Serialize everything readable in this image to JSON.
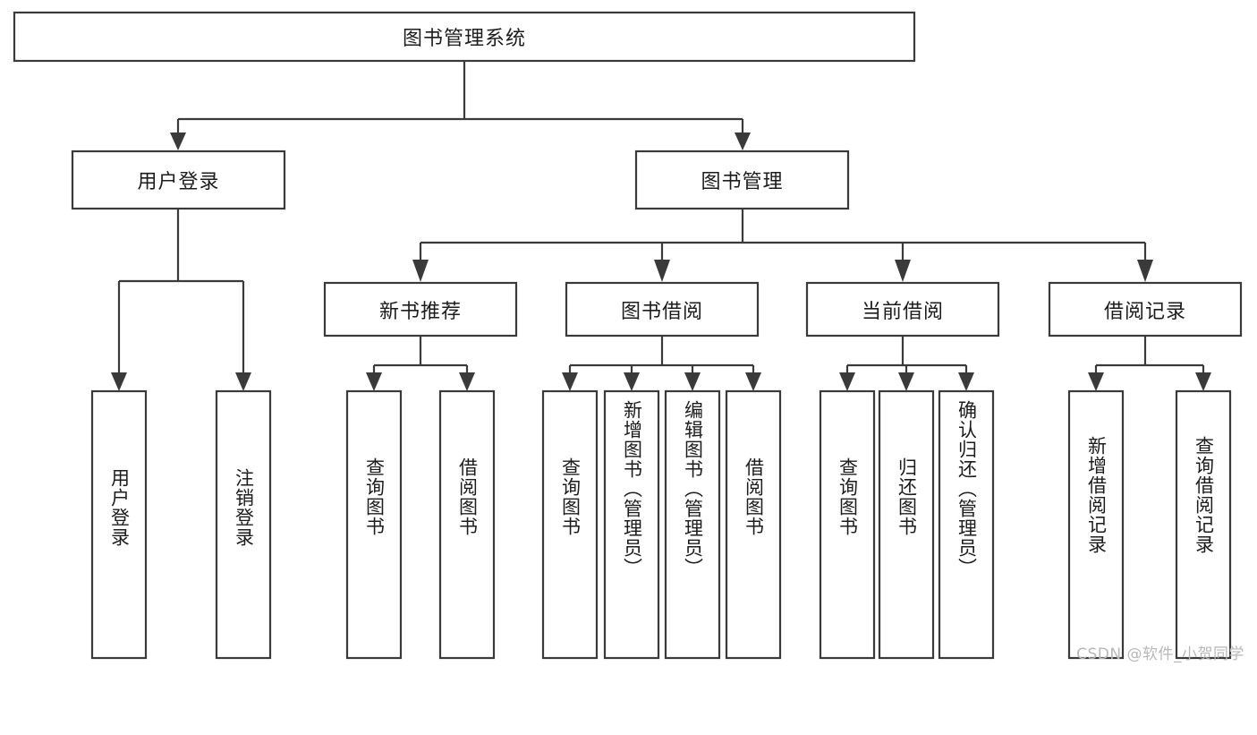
{
  "diagram": {
    "title": "图书管理系统",
    "type": "hierarchy-tree",
    "watermark": "CSDN @软件_小贺同学",
    "colors": {
      "background": "#ffffff",
      "box_stroke": "#3a3a3a",
      "box_fill": "#ffffff",
      "text": "#1c1c1c",
      "watermark": "#b8b8b8"
    },
    "root": {
      "label": "图书管理系统",
      "orientation": "horizontal"
    },
    "level2": [
      {
        "label": "用户登录",
        "orientation": "horizontal"
      },
      {
        "label": "图书管理",
        "orientation": "horizontal"
      }
    ],
    "level3": [
      {
        "label": "新书推荐",
        "orientation": "horizontal"
      },
      {
        "label": "图书借阅",
        "orientation": "horizontal"
      },
      {
        "label": "当前借阅",
        "orientation": "horizontal"
      },
      {
        "label": "借阅记录",
        "orientation": "horizontal"
      }
    ],
    "leaves": {
      "user_login": [
        {
          "label": "用户登录",
          "orientation": "vertical"
        },
        {
          "label": "注销登录",
          "orientation": "vertical"
        }
      ],
      "new_book_recommend": [
        {
          "label": "查询图书",
          "orientation": "vertical"
        },
        {
          "label": "借阅图书",
          "orientation": "vertical"
        }
      ],
      "book_borrow": [
        {
          "label": "查询图书",
          "orientation": "vertical"
        },
        {
          "label": "新增图书（管理员）",
          "orientation": "vertical"
        },
        {
          "label": "编辑图书（管理员）",
          "orientation": "vertical"
        },
        {
          "label": "借阅图书",
          "orientation": "vertical"
        }
      ],
      "current_borrow": [
        {
          "label": "查询图书",
          "orientation": "vertical"
        },
        {
          "label": "归还图书",
          "orientation": "vertical"
        },
        {
          "label": "确认归还（管理员）",
          "orientation": "vertical"
        }
      ],
      "borrow_record": [
        {
          "label": "新增借阅记录",
          "orientation": "vertical"
        },
        {
          "label": "查询借阅记录",
          "orientation": "vertical"
        }
      ]
    }
  }
}
